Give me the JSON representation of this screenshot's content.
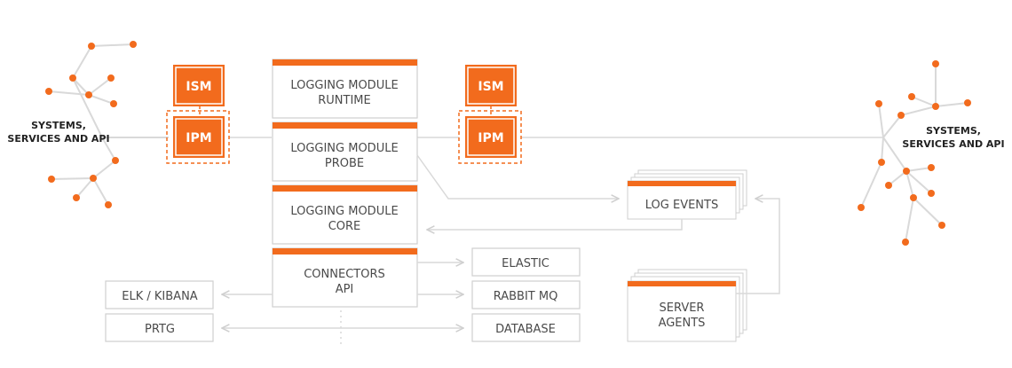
{
  "colors": {
    "accent": "#f26b1d",
    "line": "#d9d9d9",
    "box_border": "#cfcfcf",
    "text": "#4a4a4a",
    "node": "#f26b1d"
  },
  "left_endpoint": {
    "line1": "SYSTEMS,",
    "line2": "SERVICES AND API"
  },
  "right_endpoint": {
    "line1": "SYSTEMS,",
    "line2": "SERVICES AND API"
  },
  "left_protocols": {
    "ism": "ISM",
    "ipm": "IPM"
  },
  "right_protocols": {
    "ism": "ISM",
    "ipm": "IPM"
  },
  "modules": {
    "runtime": {
      "line1": "LOGGING MODULE",
      "line2": "RUNTIME"
    },
    "probe": {
      "line1": "LOGGING MODULE",
      "line2": "PROBE"
    },
    "core": {
      "line1": "LOGGING MODULE",
      "line2": "CORE"
    },
    "connectors": {
      "line1": "CONNECTORS",
      "line2": "API"
    }
  },
  "log_events": {
    "label": "LOG EVENTS"
  },
  "server_agents": {
    "line1": "SERVER",
    "line2": "AGENTS"
  },
  "outputs": {
    "elastic": "ELASTIC",
    "rabbitmq": "RABBIT MQ",
    "database": "DATABASE"
  },
  "tools": {
    "elk": "ELK / KIBANA",
    "prtg": "PRTG"
  }
}
